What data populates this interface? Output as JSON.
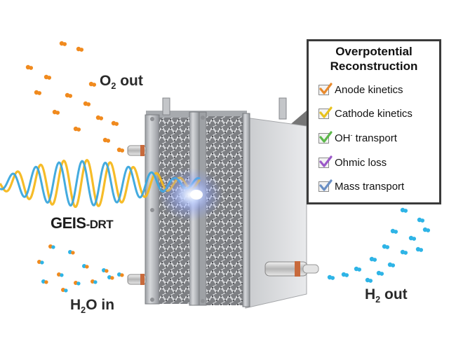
{
  "labels": {
    "o2": "O",
    "o2_sub": "2",
    "o2_rest": " out",
    "h2o": "H",
    "h2o_sub": "2",
    "h2o_rest": "O in",
    "h2": "H",
    "h2_sub": "2",
    "h2_rest": " out",
    "geis_main": "GEIS",
    "geis_suffix": "-DRT"
  },
  "panel": {
    "title_line1": "Overpotential",
    "title_line2": "Reconstruction",
    "items": [
      {
        "label": "Anode kinetics",
        "check_color": "#e8892c"
      },
      {
        "label": "Cathode kinetics",
        "check_color": "#e8c21d"
      },
      {
        "label": "OH",
        "sup": "-",
        "label_rest": " transport",
        "check_color": "#5cb84a"
      },
      {
        "label": "Ohmic loss",
        "check_color": "#9b59c8"
      },
      {
        "label": "Mass transport",
        "check_color": "#6a8fc4"
      }
    ]
  },
  "colors": {
    "oxygen": "#f08a1e",
    "hydrogen": "#2eb4e6",
    "wave_yellow": "#f5b81c",
    "wave_blue": "#3aa6dd",
    "metal": "#b9bcc0",
    "panel_border": "#3a3a3a"
  }
}
